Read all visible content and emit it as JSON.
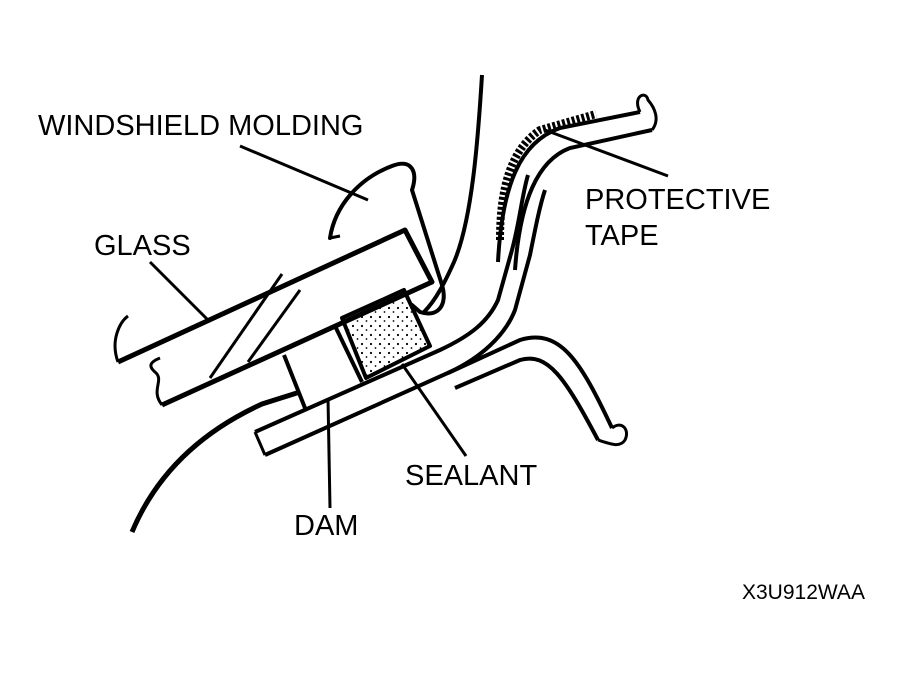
{
  "labels": {
    "windshield_molding": "WINDSHIELD MOLDING",
    "glass": "GLASS",
    "protective_tape_line1": "PROTECTIVE",
    "protective_tape_line2": "TAPE",
    "sealant": "SEALANT",
    "dam": "DAM"
  },
  "figure_code": "X3U912WAA",
  "colors": {
    "ink": "#000000",
    "background": "#ffffff"
  }
}
